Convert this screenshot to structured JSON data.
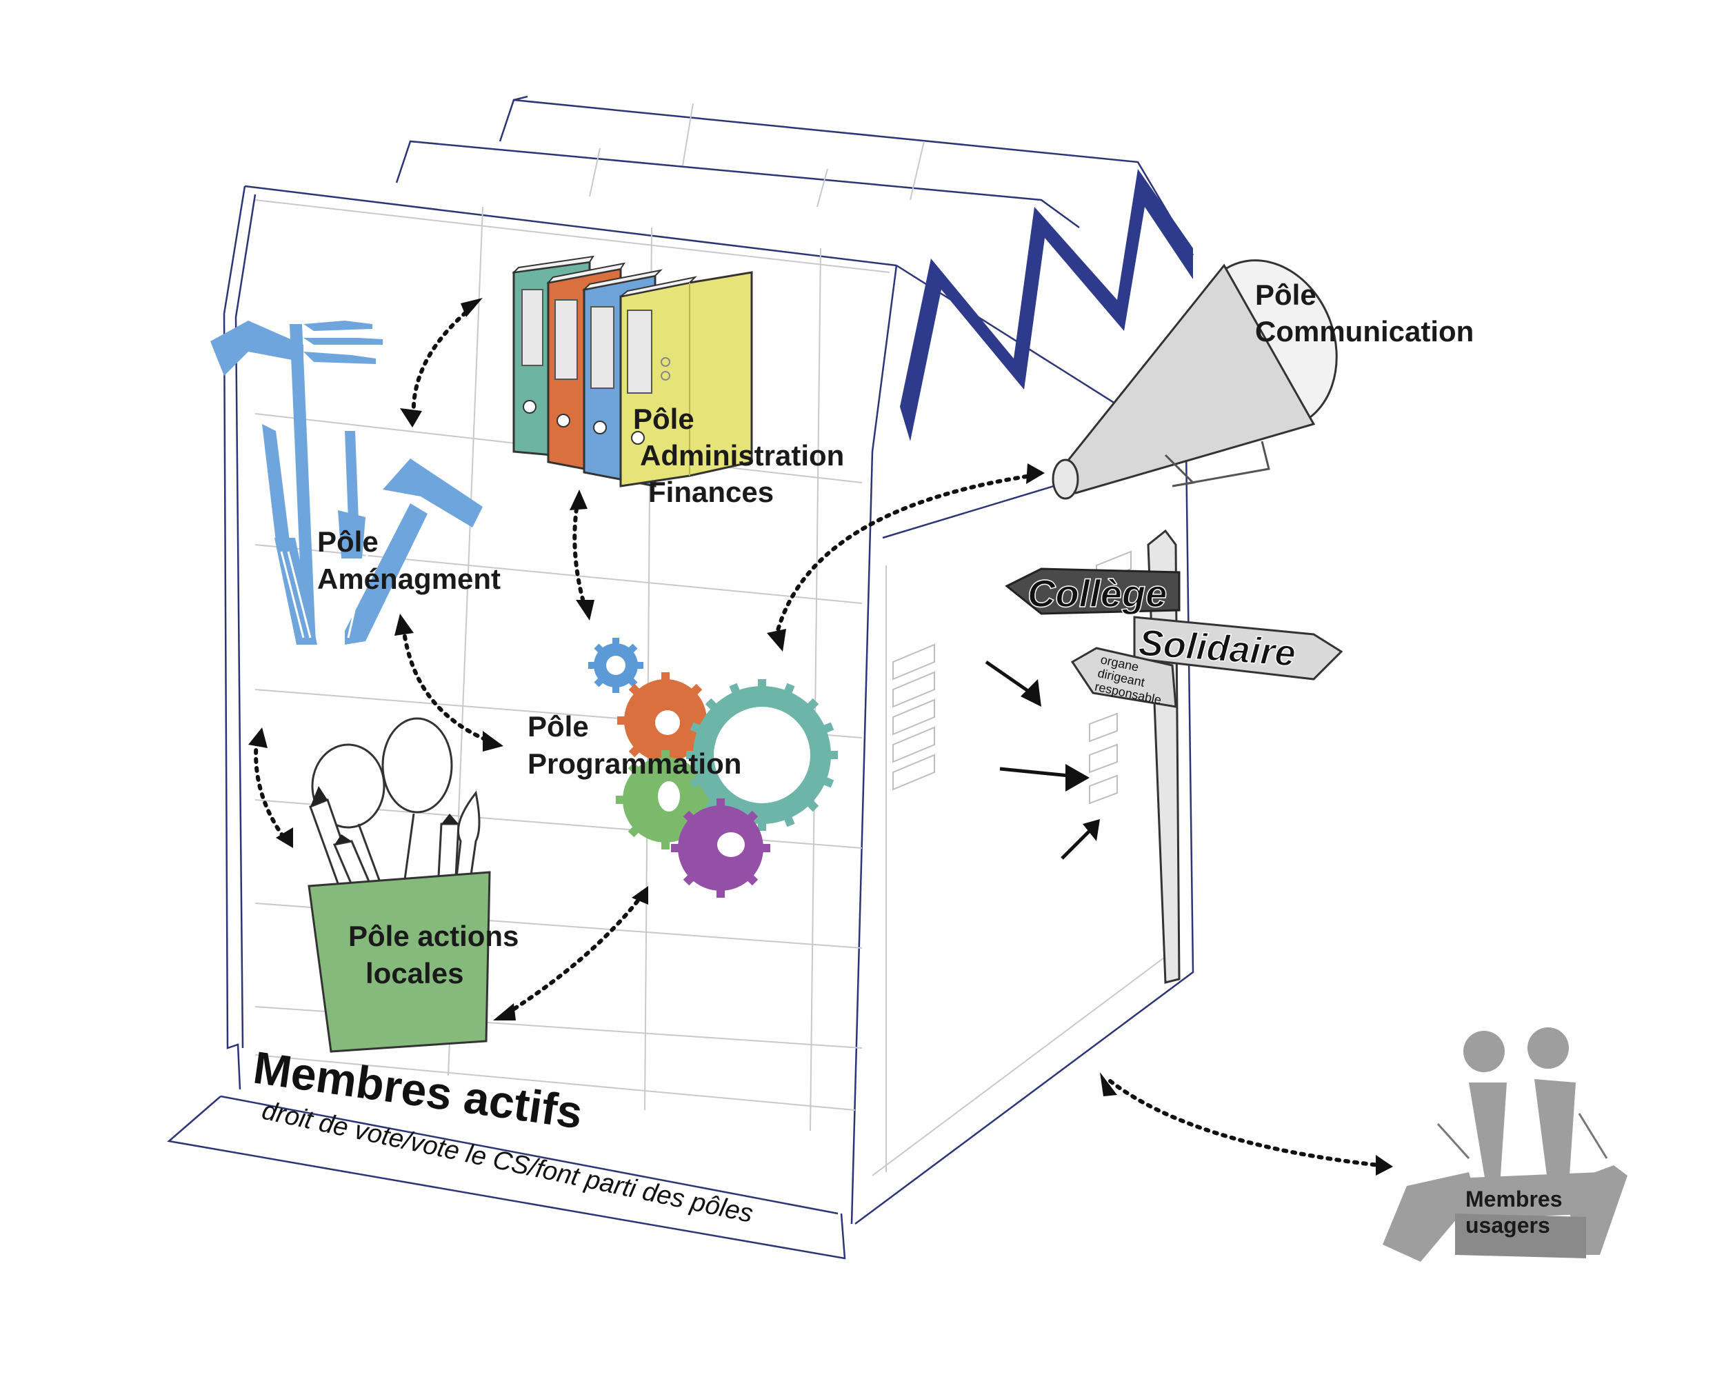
{
  "labels": {
    "admin": [
      "Pôle",
      "Administration",
      "Finances"
    ],
    "communication": [
      "Pôle",
      "Communication"
    ],
    "amenagement": [
      "Pôle",
      "Aménagment"
    ],
    "programmation": [
      "Pôle",
      "Programmation"
    ],
    "actions_locales": [
      "Pôle actions",
      "locales"
    ],
    "membres_actifs": "Membres actifs",
    "membres_actifs_sub": "droit de vote/vote le CS/font parti des pôles",
    "signpost": {
      "college": "Collège",
      "solidaire": "Solidaire",
      "organe": [
        "organe",
        "dirigeant",
        "responsable"
      ]
    },
    "membres_usagers": [
      "Membres",
      "usagers"
    ]
  },
  "colors": {
    "outline": "#2c3577",
    "roof_zigzag": "#2e3a8c",
    "tools": "#6fa5dd",
    "binder_teal": "#6db5a2",
    "binder_orange": "#d9703e",
    "binder_blue": "#6ea3da",
    "binder_yellow": "#e6e478",
    "gear_blue": "#5b9ad6",
    "gear_orange": "#d9703e",
    "gear_teal": "#6db5a8",
    "gear_green": "#7cba6b",
    "gear_purple": "#9350a6",
    "pot_green": "#86ba7d",
    "people_gray": "#9e9e9e"
  },
  "icons": [
    "binders-icon",
    "megaphone-icon",
    "tools-icon",
    "gears-icon",
    "pencil-pot-icon",
    "signpost-icon",
    "people-icon"
  ]
}
